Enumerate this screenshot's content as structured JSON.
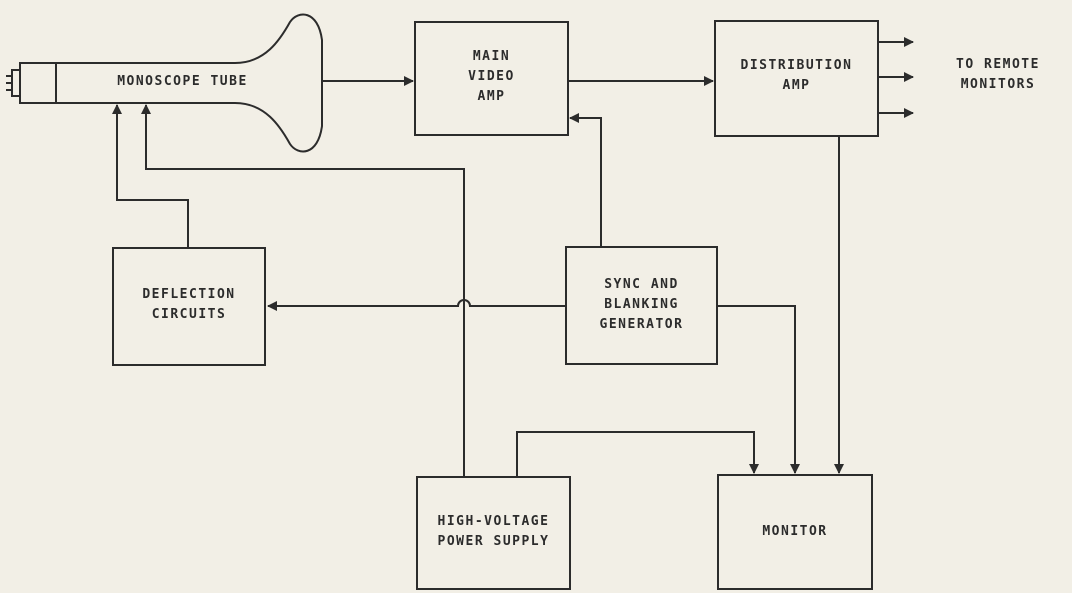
{
  "diagram": {
    "tube_label": "MONOSCOPE TUBE",
    "video_amp": {
      "line1": "MAIN",
      "line2": "VIDEO",
      "line3": "AMP"
    },
    "distribution_amp": {
      "line1": "DISTRIBUTION",
      "line2": "AMP"
    },
    "remote": {
      "line1": "TO REMOTE",
      "line2": "MONITORS"
    },
    "deflection": {
      "line1": "DEFLECTION",
      "line2": "CIRCUITS"
    },
    "sync": {
      "line1": "SYNC AND",
      "line2": "BLANKING",
      "line3": "GENERATOR"
    },
    "hv_supply": {
      "line1": "HIGH-VOLTAGE",
      "line2": "POWER SUPPLY"
    },
    "monitor": {
      "line1": "MONITOR"
    },
    "colors": {
      "ink": "#2c2c2c",
      "paper": "#f2efe6"
    }
  }
}
